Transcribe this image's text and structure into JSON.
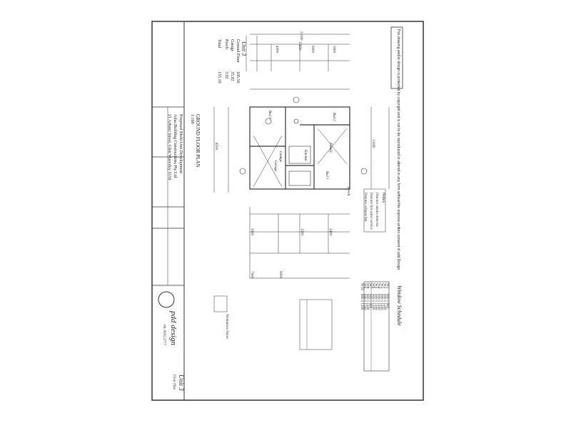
{
  "sheet": {
    "copyright_notice": "This drawing and/or design is protected by copyright and is not to be reproduced or altered in any form without the express written consent of pdd Design",
    "schedule_title": "Window Schedule",
    "windows": [
      {
        "id": "W1",
        "size": "600 x 600"
      },
      {
        "id": "W2",
        "size": "900 x 1200"
      },
      {
        "id": "W3",
        "size": "900 x 1200"
      },
      {
        "id": "W4",
        "size": "600 x 1500"
      },
      {
        "id": "W5",
        "size": "600 x 1500"
      },
      {
        "id": "W6",
        "size": "900 x 1200"
      },
      {
        "id": "W7",
        "size": "600 x 600"
      },
      {
        "id": "W8",
        "size": "600 x 1500"
      },
      {
        "id": "W9",
        "size": "600 x 1500"
      },
      {
        "id": "W10",
        "size": "900 x 1200"
      }
    ],
    "notes_title": "Notes",
    "area_title": "Unit 3",
    "area_rows": [
      {
        "label": "Ground Floor",
        "value": "105.50"
      },
      {
        "label": "Garage",
        "value": "35.92"
      },
      {
        "label": "Porch",
        "value": "3.92"
      },
      {
        "label": "Total",
        "value": "155.10"
      }
    ],
    "plan_title": "GROUND FLOOR PLAN",
    "plan_scale": "1:100",
    "room_labels": [
      "Bed 2",
      "Bed 3",
      "Bed 1",
      "Kitchen",
      "Family",
      "Lounge",
      "Garage",
      "Porch"
    ],
    "dimension_labels": [
      "21000",
      "15600",
      "4000",
      "6000",
      "3000",
      "4500",
      "13000",
      "7000",
      "9000",
      "2000",
      "1500",
      "2400"
    ],
    "title_block": {
      "project": "Proposed Multi Unit Development",
      "client": "Atlas Building Constructions Pty Ltd",
      "address": "21 Arbour Street, Glen Waverley 3150",
      "company_name": "pdd design",
      "company_contact": "Ph: 9555 2777",
      "sheet_label": "Unit 3",
      "sheet_subtitle": "Floor Plan"
    },
    "legend_notes": [
      "Denotes smoke detector",
      "Denotes hot water service",
      "Denotes exhaust fan"
    ],
    "ventilation_note": "Ventilation Notes"
  }
}
